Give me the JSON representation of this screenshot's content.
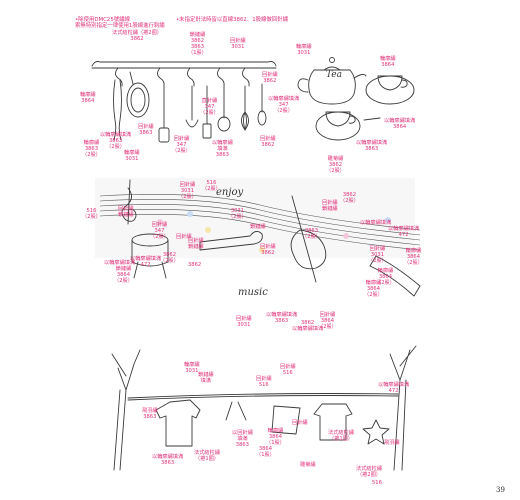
{
  "notes": {
    "line1": "•除使用DMC25號繡線",
    "line2": "  索無特別指定一律使用1股線進行刺繡",
    "line3": "•未指定針法時皆以直線3862、1股線做回針繡"
  },
  "page_number": "39",
  "labels": {
    "kitchen": [
      {
        "id": "k1",
        "lines": [
          "法式結粒繡（捲2圈）",
          "3862"
        ]
      },
      {
        "id": "k2",
        "lines": [
          "鎖鏈繡",
          "3862",
          "3863",
          "（1股）"
        ]
      },
      {
        "id": "k3",
        "lines": [
          "回針繡",
          "3031"
        ]
      },
      {
        "id": "k4",
        "lines": [
          "輪廓繡",
          "3864"
        ]
      },
      {
        "id": "k5",
        "lines": [
          "輪廓繡",
          "3863",
          "（2股）"
        ]
      },
      {
        "id": "k6",
        "lines": [
          "回針繡",
          "3863"
        ]
      },
      {
        "id": "k7",
        "lines": [
          "以輪廓繡填滿",
          "3863",
          "（2股）"
        ]
      },
      {
        "id": "k8",
        "lines": [
          "輪廓繡",
          "3031"
        ]
      },
      {
        "id": "k9",
        "lines": [
          "回針繡",
          "347",
          "（2股）"
        ]
      },
      {
        "id": "k10",
        "lines": [
          "以輪廓繡",
          "填滿",
          "3863"
        ]
      },
      {
        "id": "k11",
        "lines": [
          "直針繡",
          "347",
          "（2股）"
        ]
      },
      {
        "id": "k12",
        "lines": [
          "以輪廓繡填滿",
          "347",
          "（2股）"
        ]
      },
      {
        "id": "k13",
        "lines": [
          "回針繡",
          "3862"
        ]
      },
      {
        "id": "k14",
        "lines": [
          "輪廓繡",
          "3031"
        ]
      },
      {
        "id": "k15",
        "lines": [
          "輪廓繡",
          "3864"
        ]
      },
      {
        "id": "k16",
        "lines": [
          "以輪廓繡填滿",
          "3863"
        ]
      },
      {
        "id": "k17",
        "lines": [
          "回針繡",
          "3862"
        ]
      },
      {
        "id": "k18",
        "lines": [
          "雛菊繡",
          "3862",
          "（2股）"
        ]
      },
      {
        "id": "k19",
        "lines": [
          "以輪廓繡填滿",
          "3864"
        ]
      }
    ],
    "music": [
      {
        "id": "m1",
        "lines": [
          "回針繡",
          "3031",
          "（2股）"
        ]
      },
      {
        "id": "m2",
        "lines": [
          "516",
          "（2股）"
        ]
      },
      {
        "id": "m3",
        "lines": [
          "回針繡",
          "鎖鏈繡"
        ]
      },
      {
        "id": "m4",
        "lines": [
          "回針繡",
          "347",
          "（2股）"
        ]
      },
      {
        "id": "m5",
        "lines": [
          "516",
          "（2股）"
        ]
      },
      {
        "id": "m6",
        "lines": [
          "回針繡"
        ]
      },
      {
        "id": "m7",
        "lines": [
          "以輪廓繡填滿",
          "472"
        ]
      },
      {
        "id": "m8",
        "lines": [
          "3862",
          "（2股）"
        ]
      },
      {
        "id": "m9",
        "lines": [
          "3031",
          "（2股）"
        ]
      },
      {
        "id": "m10",
        "lines": [
          "鎖鏈繡"
        ]
      },
      {
        "id": "m11",
        "lines": [
          "3862",
          "（2股）"
        ]
      },
      {
        "id": "m12",
        "lines": [
          "回針繡",
          "鎖鏈繡"
        ]
      },
      {
        "id": "m13",
        "lines": [
          "以輪廓繡填滿"
        ]
      },
      {
        "id": "m14",
        "lines": [
          "回針繡",
          "鎖鏈繡"
        ]
      },
      {
        "id": "m15",
        "lines": [
          "3862"
        ]
      },
      {
        "id": "m16",
        "lines": [
          "回針繡",
          "3862"
        ]
      },
      {
        "id": "m17",
        "lines": [
          "3863",
          "（2股）"
        ]
      },
      {
        "id": "m18",
        "lines": [
          "以輪廓繡填滿",
          "472"
        ]
      },
      {
        "id": "m19",
        "lines": [
          "回針繡",
          "3031",
          "（2股）"
        ]
      },
      {
        "id": "m20",
        "lines": [
          "輪廓繡",
          "3864",
          "（2股）"
        ]
      },
      {
        "id": "m21",
        "lines": [
          "以輪廓繡填滿"
        ]
      },
      {
        "id": "m22",
        "lines": [
          "鎖鏈繡",
          "3864",
          "（2股）"
        ]
      },
      {
        "id": "m23",
        "lines": [
          "回針繡",
          "3031"
        ]
      },
      {
        "id": "m24",
        "lines": [
          "以輪廓繡填滿",
          "3863"
        ]
      },
      {
        "id": "m25",
        "lines": [
          "回針繡",
          "3864",
          "（2股）"
        ]
      },
      {
        "id": "m26",
        "lines": [
          "3862",
          "以輪廓繡填滿"
        ]
      },
      {
        "id": "m27",
        "lines": [
          "輪廓繡",
          "3864",
          "（2股）"
        ]
      },
      {
        "id": "m28",
        "lines": [
          "輪廓繡",
          "3864",
          "（2股）"
        ]
      }
    ],
    "laundry": [
      {
        "id": "l1",
        "lines": [
          "輪廓繡",
          "3031"
        ]
      },
      {
        "id": "l2",
        "lines": [
          "鎖鏈繡",
          "填滿"
        ]
      },
      {
        "id": "l3",
        "lines": [
          "回針繡",
          "516"
        ]
      },
      {
        "id": "l4",
        "lines": [
          "回針繡",
          "516"
        ]
      },
      {
        "id": "l5",
        "lines": [
          "以輪廓繡填滿",
          "472"
        ]
      },
      {
        "id": "l6",
        "lines": [
          "飛羽繡",
          "3863"
        ]
      },
      {
        "id": "l7",
        "lines": [
          "以輪廓繡填滿",
          "3863"
        ]
      },
      {
        "id": "l8",
        "lines": [
          "法式結粒繡",
          "（捲1圈）"
        ]
      },
      {
        "id": "l9",
        "lines": [
          "輪廓繡",
          "3864",
          "（1股）"
        ]
      },
      {
        "id": "l10",
        "lines": [
          "以回針繡",
          "填滿",
          "3863"
        ]
      },
      {
        "id": "l11",
        "lines": [
          "3864",
          "（1股）"
        ]
      },
      {
        "id": "l12",
        "lines": [
          "回針繡"
        ]
      },
      {
        "id": "l13",
        "lines": [
          "法式結粒繡",
          "（捲1圈）"
        ]
      },
      {
        "id": "l14",
        "lines": [
          "雛菊繡"
        ]
      },
      {
        "id": "l15",
        "lines": [
          "法式結粒繡",
          "（捲2圈）"
        ]
      },
      {
        "id": "l16",
        "lines": [
          "飛羽繡"
        ]
      },
      {
        "id": "l17",
        "lines": [
          "516"
        ]
      }
    ]
  },
  "lettering": {
    "tea": "Tea",
    "enjoy": "enjoy",
    "music": "music"
  }
}
